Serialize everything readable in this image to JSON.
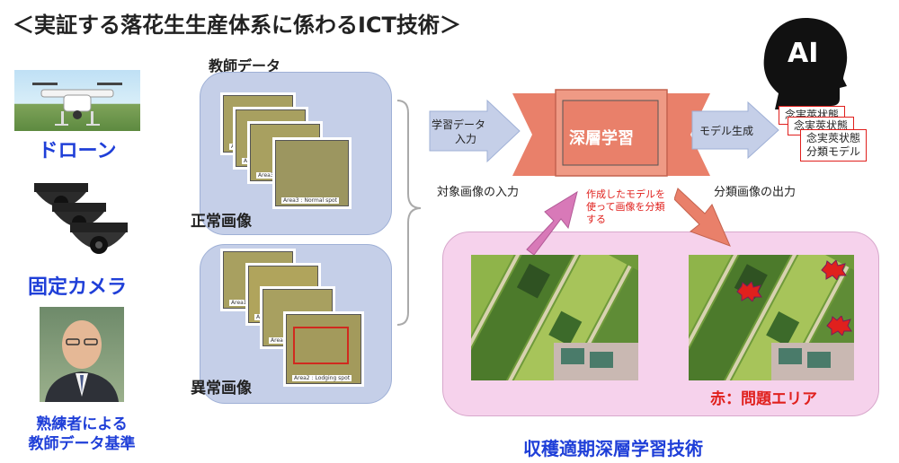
{
  "title": "＜実証する落花生生産体系に係わるICT技術＞",
  "left_column": {
    "drone_label": "ドローン",
    "camera_label": "固定カメラ",
    "expert_label_line1": "熟練者による",
    "expert_label_line2": "教師データ基準"
  },
  "teacher_data": {
    "header": "教師データ",
    "normal_label": "正常画像",
    "abnormal_label": "異常画像",
    "normal_thumbs": [
      "Area",
      "Area",
      "Area3",
      "Area3 : Normal spot"
    ],
    "abnormal_thumbs": [
      "Area1",
      "Area1",
      "Area2",
      "Area2 : Lodging spot"
    ]
  },
  "flow": {
    "input_arrow_line1": "学習データ",
    "input_arrow_line2": "入力",
    "deep_learning": "深層学習",
    "output_arrow": "モデル生成",
    "target_input": "対象画像の入力",
    "classified_output": "分類画像の出力",
    "classify_note_line1": "作成したモデルを",
    "classify_note_line2": "使って画像を分類",
    "classify_note_line3": "する"
  },
  "ai": {
    "head_label": "AI",
    "model_card_back": "念実莢状態",
    "model_card_mid": "念実莢状態",
    "model_card_front_line1": "念実莢状態",
    "model_card_front_line2": "分類モデル"
  },
  "result": {
    "problem_area": "赤：問題エリア",
    "footer": "収穫適期深層学習技術"
  },
  "colors": {
    "label_blue": "#1f3fd8",
    "arrow_blue": "#c5cfe8",
    "banner_salmon": "#e9806a",
    "highlight_red": "#e0201d",
    "pink_panel": "#f6d2ec",
    "arrow_magenta": "#d879b8"
  }
}
